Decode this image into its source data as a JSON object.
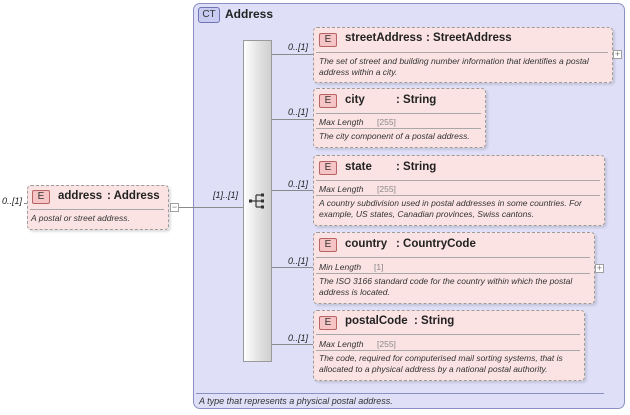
{
  "root": {
    "badge": "E",
    "occurrence": "0..[1]",
    "name": "address",
    "type": ": Address",
    "doc": "A postal or street address.",
    "toggle": "−"
  },
  "complex_type": {
    "badge": "CT",
    "title": "Address",
    "doc": "A type that represents a physical postal address."
  },
  "sequence": {
    "occurrence": "[1]..[1]"
  },
  "children": [
    {
      "badge": "E",
      "occurrence": "0..[1]",
      "name": "streetAddress",
      "type": ": StreetAddress",
      "doc": "The set of street and building number information that identifies a postal address within a city.",
      "toggle": "+"
    },
    {
      "badge": "E",
      "occurrence": "0..[1]",
      "name": "city",
      "type": ": String",
      "facet_label": "Max Length",
      "facet_value": "[255]",
      "doc": "The city component of a postal address."
    },
    {
      "badge": "E",
      "occurrence": "0..[1]",
      "name": "state",
      "type": ": String",
      "facet_label": "Max Length",
      "facet_value": "[255]",
      "doc": "A country subdivision used in postal addresses in some countries. For example, US states, Canadian provinces, Swiss cantons."
    },
    {
      "badge": "E",
      "occurrence": "0..[1]",
      "name": "country",
      "type": ": CountryCode",
      "facet_label": "Min Length",
      "facet_value": "[1]",
      "doc": "The ISO 3166 standard code for the country within which the postal address is located.",
      "toggle": "+"
    },
    {
      "badge": "E",
      "occurrence": "0..[1]",
      "name": "postalCode",
      "type": ": String",
      "facet_label": "Max Length",
      "facet_value": "[255]",
      "doc": "The code, required for computerised mail sorting systems, that is allocated to a physical address by a national postal authority."
    }
  ]
}
